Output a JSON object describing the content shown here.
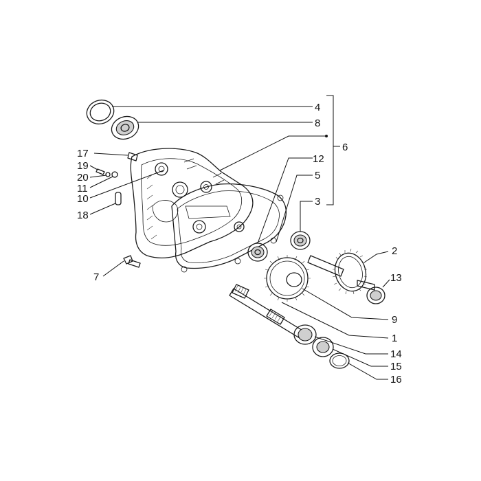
{
  "callouts": [
    {
      "id": "c4",
      "text": "4"
    },
    {
      "id": "c8",
      "text": "8"
    },
    {
      "id": "c6",
      "text": "6"
    },
    {
      "id": "c12",
      "text": "12"
    },
    {
      "id": "c5",
      "text": "5"
    },
    {
      "id": "c3",
      "text": "3"
    },
    {
      "id": "c2",
      "text": "2"
    },
    {
      "id": "c13",
      "text": "13"
    },
    {
      "id": "c9",
      "text": "9"
    },
    {
      "id": "c1",
      "text": "1"
    },
    {
      "id": "c14",
      "text": "14"
    },
    {
      "id": "c15",
      "text": "15"
    },
    {
      "id": "c16",
      "text": "16"
    },
    {
      "id": "c17",
      "text": "17"
    },
    {
      "id": "c19",
      "text": "19"
    },
    {
      "id": "c20",
      "text": "20"
    },
    {
      "id": "c11",
      "text": "11"
    },
    {
      "id": "c10",
      "text": "10"
    },
    {
      "id": "c18",
      "text": "18"
    },
    {
      "id": "c7",
      "text": "7"
    }
  ]
}
